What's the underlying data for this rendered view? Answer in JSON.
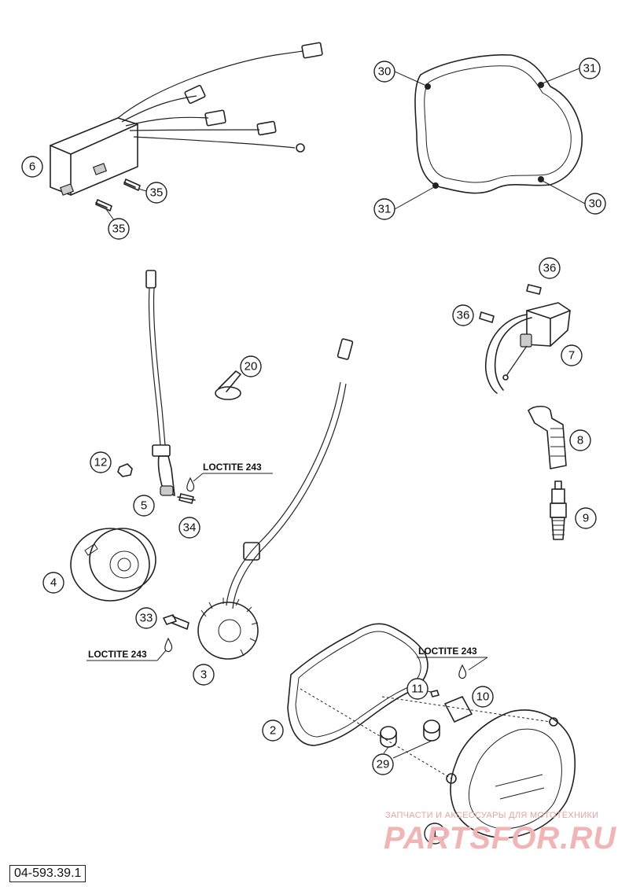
{
  "document_number": "04-593.39.1",
  "loctite_label": "LOCTITE 243",
  "callouts": {
    "c6": "6",
    "c35a": "35",
    "c35b": "35",
    "c30a": "30",
    "c31a": "31",
    "c31b": "31",
    "c30b": "30",
    "c36a": "36",
    "c36b": "36",
    "c7": "7",
    "c8": "8",
    "c9": "9",
    "c20": "20",
    "c12": "12",
    "c5": "5",
    "c34": "34",
    "c4": "4",
    "c33": "33",
    "c3": "3",
    "c2": "2",
    "c11": "11",
    "c10": "10",
    "c29": "29",
    "c1": "1"
  },
  "watermark": {
    "line": "ЗАПЧАСТИ И АКСЕССУАРЫ ДЛЯ МОТОТЕХНИКИ",
    "logo": "PARTSFOR.RU"
  }
}
